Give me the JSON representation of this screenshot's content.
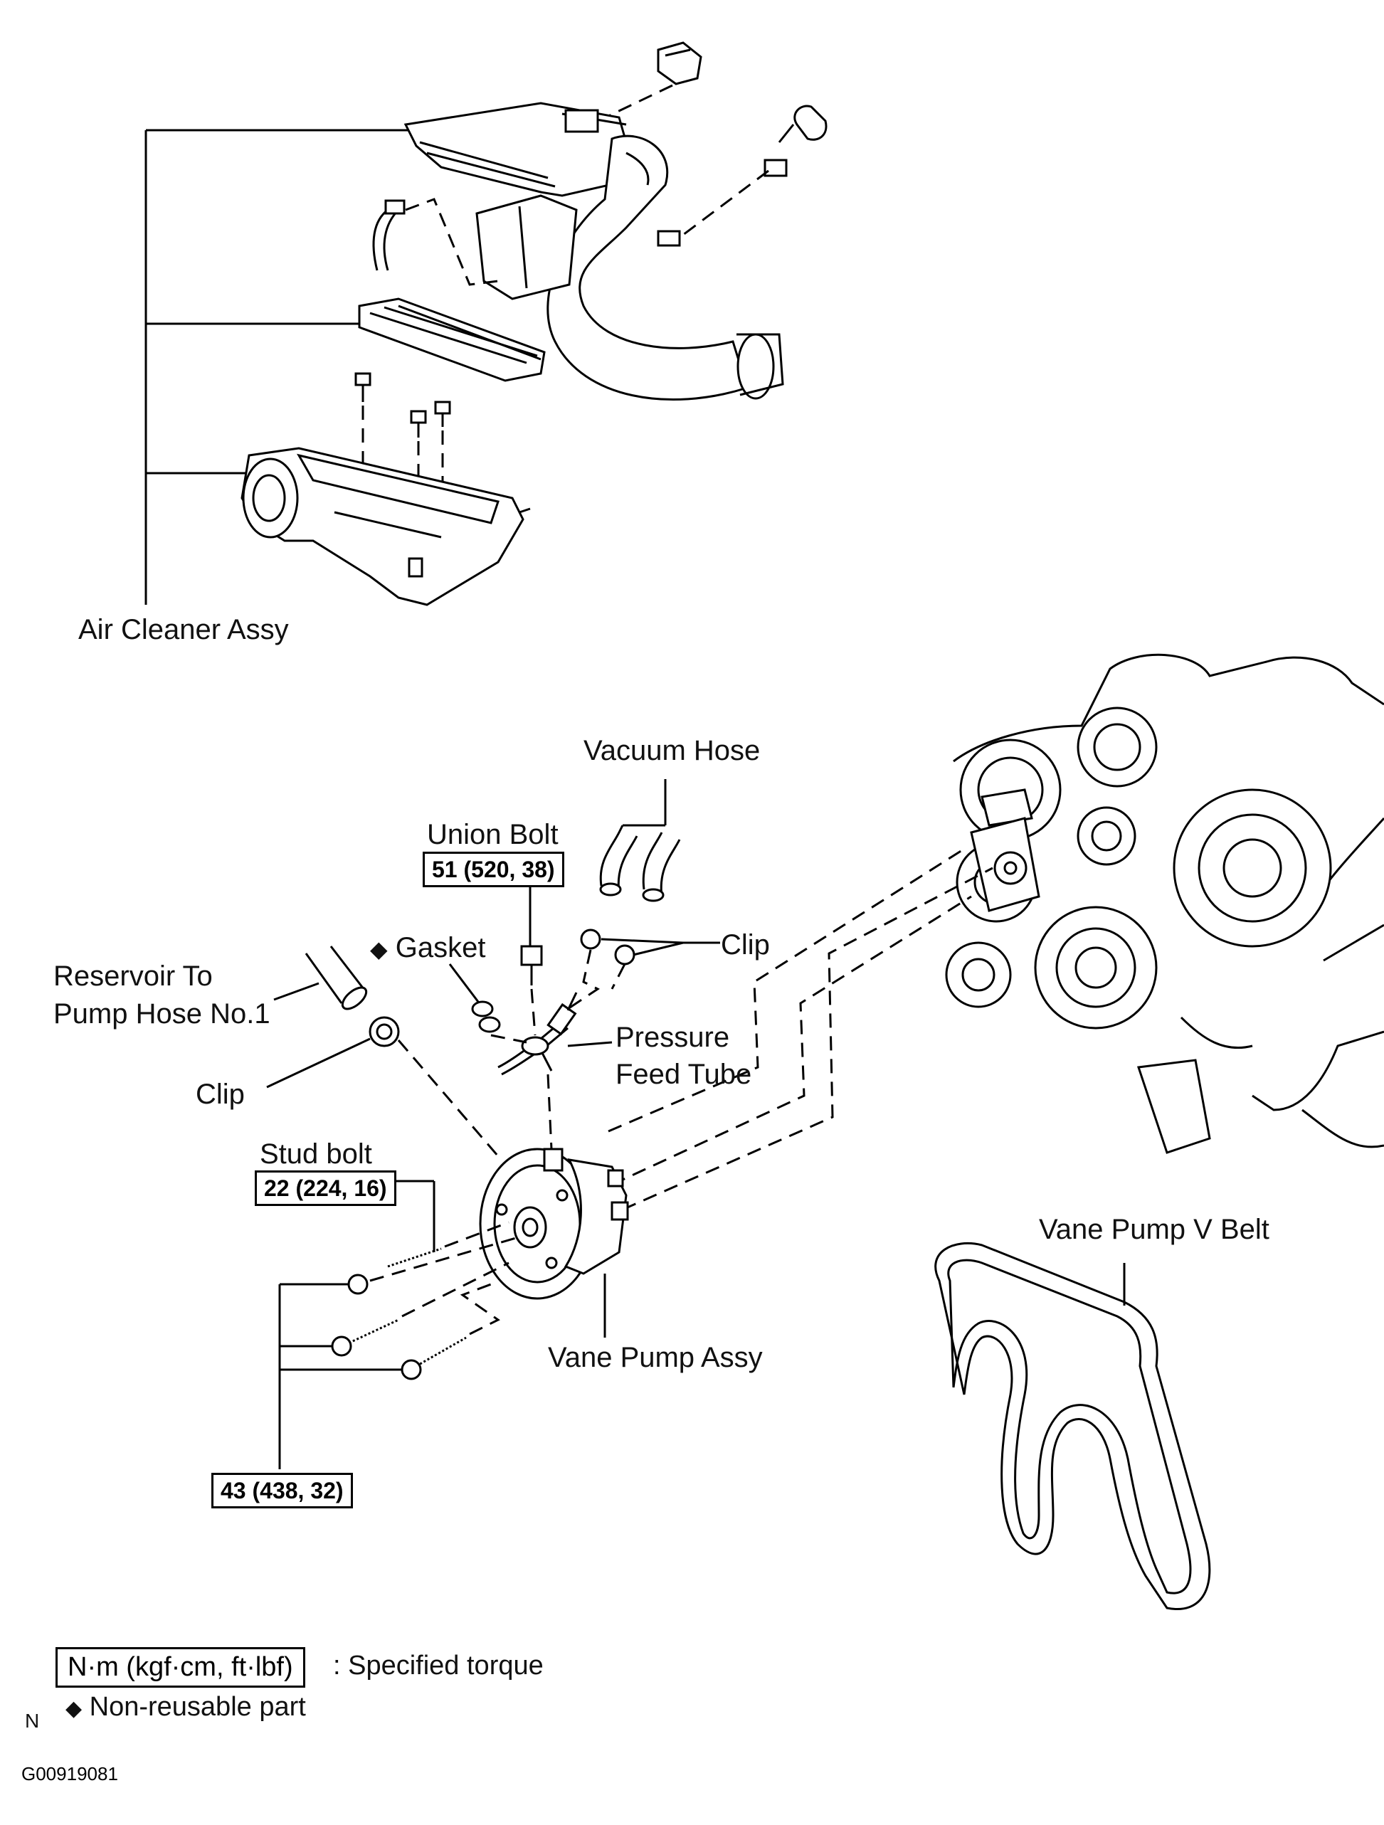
{
  "labels": {
    "air_cleaner_assy": "Air Cleaner Assy",
    "vacuum_hose": "Vacuum Hose",
    "union_bolt": "Union Bolt",
    "union_bolt_torque": "51 (520, 38)",
    "gasket": "Gasket",
    "clip_upper": "Clip",
    "reservoir_hose_line1": "Reservoir To",
    "reservoir_hose_line2": "Pump Hose No.1",
    "pressure_feed_line1": "Pressure",
    "pressure_feed_line2": "Feed Tube",
    "clip_lower": "Clip",
    "stud_bolt": "Stud bolt",
    "stud_bolt_torque": "22 (224, 16)",
    "vane_pump_assy": "Vane Pump Assy",
    "vane_pump_v_belt": "Vane Pump V Belt",
    "mount_bolt_torque": "43 (438, 32)"
  },
  "legend": {
    "torque_units": "N·m (kgf·cm, ft·lbf)",
    "torque_desc": ": Specified torque",
    "non_reusable_symbol": "◆",
    "non_reusable_desc": "Non-reusable part",
    "gasket_symbol": "◆"
  },
  "footer": {
    "north_mark": "N",
    "figure_id": "G00919081"
  }
}
